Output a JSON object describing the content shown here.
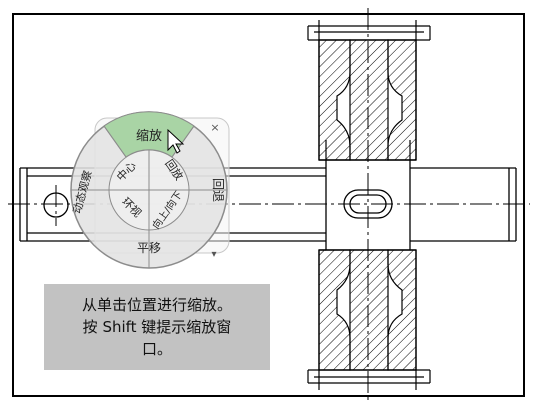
{
  "wheel": {
    "zoom_label": "缩放",
    "center_label": "中心",
    "rewind_label": "回放",
    "orbit_label": "动态观察",
    "back_label": "回退",
    "pan_label": "平移",
    "look_label": "环视",
    "up_down_label": "向上/向下",
    "close_glyph": "×",
    "menu_glyph": "▾"
  },
  "caption": {
    "line1": "从单击位置进行缩放。",
    "line2": "按 Shift 键提示缩放窗",
    "line3": "口。"
  },
  "colors": {
    "highlight": "#a9d4a5",
    "wheel_body": "#e3e3e3",
    "wheel_border": "#8c8c8c",
    "caption_bg": "#c2c2c2",
    "drawing_line": "#000000"
  }
}
